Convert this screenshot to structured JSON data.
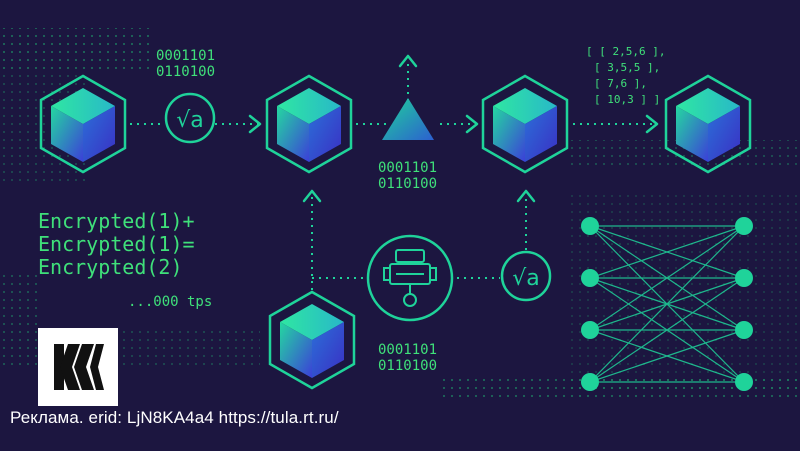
{
  "binary_top_left": [
    "0001101",
    "0110100"
  ],
  "binary_middle": [
    "0001101",
    "0110100"
  ],
  "binary_bottom": [
    "0001101",
    "0110100"
  ],
  "matrix": [
    "[ [ 2,5,6 ],",
    "[ 3,5,5 ],",
    "[ 7,6 ],",
    "[ 10,3 ] ]"
  ],
  "equation": [
    "Encrypted(1)+",
    "Encrypted(1)=",
    "Encrypted(2)"
  ],
  "throughput": "...000 tps",
  "sqrt_symbol": "√a",
  "caption": "Реклама. erid: LjN8KA4a4 https://tula.rt.ru/",
  "colors": {
    "background": "#1c1640",
    "accent_green": "#3fe07a",
    "cube_teal": "#1fd39a",
    "cube_blue": "#3d3bd6"
  },
  "icons": [
    "cube-icon",
    "sqrt-function-icon",
    "triangle-icon",
    "robot-database-icon",
    "neural-network-icon",
    "logo-k-icon"
  ]
}
